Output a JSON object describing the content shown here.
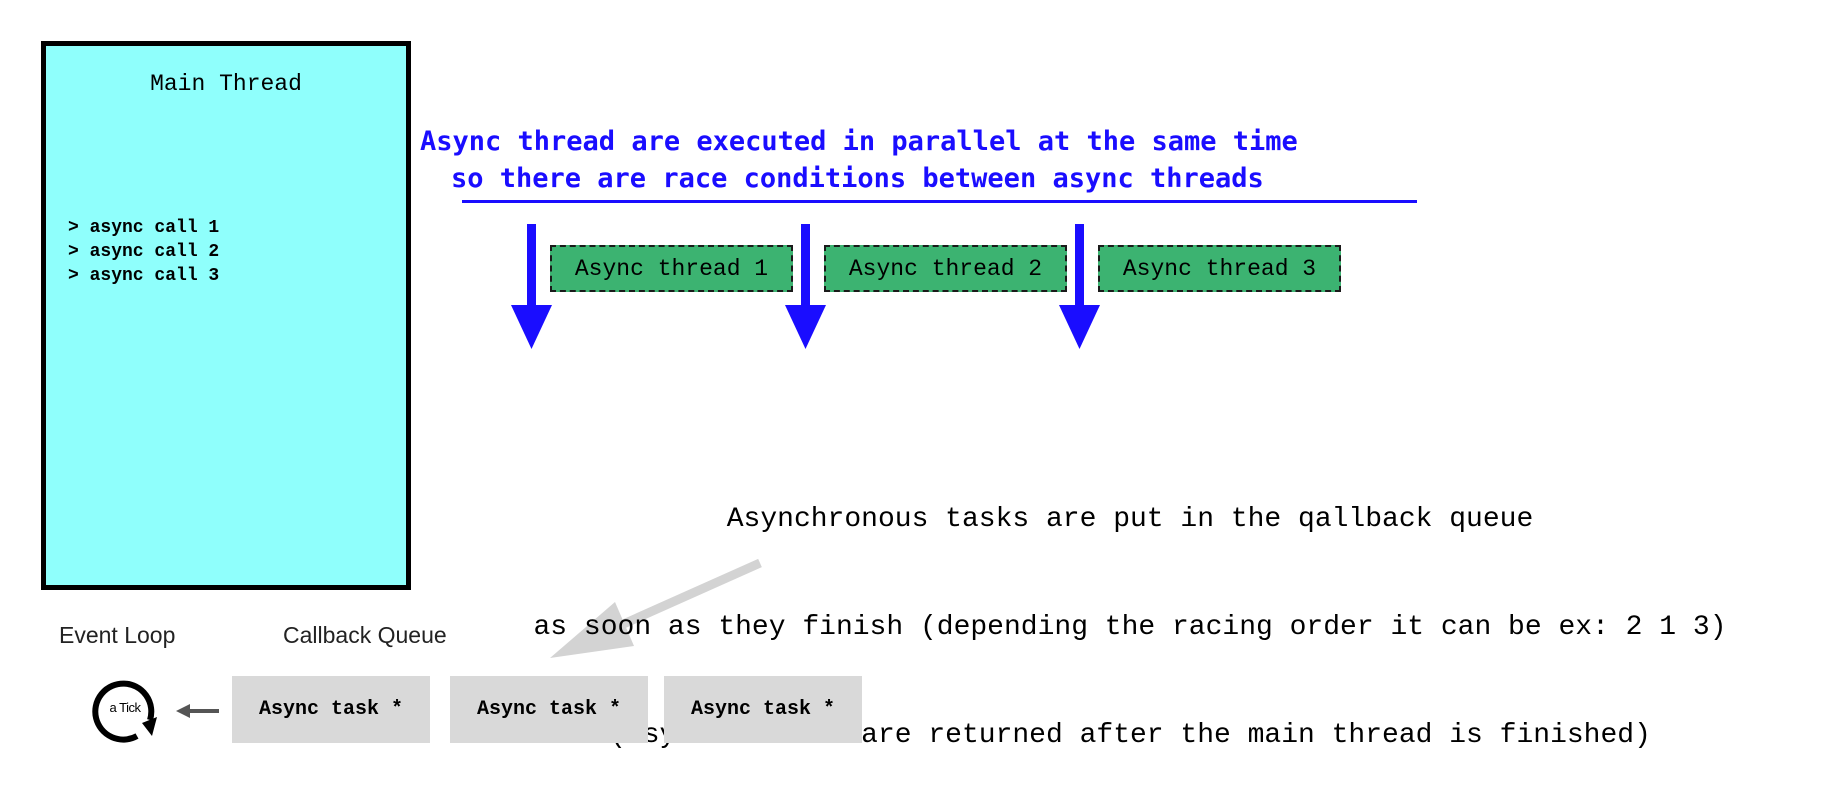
{
  "main_thread": {
    "title": "Main Thread",
    "calls": [
      "> async call 1",
      "> async call 2",
      "> async call 3"
    ]
  },
  "race_heading": {
    "line1": "Async thread are executed in parallel at the same time",
    "line2": "so there are race conditions between async threads"
  },
  "async_threads": [
    "Async thread 1",
    "Async thread 2",
    "Async thread 3"
  ],
  "queue_explanation": {
    "line1": "Asynchronous tasks are put in the qallback queue",
    "line2": "as soon as they finish (depending the racing order it can be ex: 2 1 3)",
    "line3": "(async results are returned after the main thread is finished)"
  },
  "event_loop": {
    "label": "Event Loop",
    "tick_label": "a Tick"
  },
  "callback_queue": {
    "label": "Callback Queue",
    "tasks": [
      "Async task *",
      "Async task *",
      "Async task *"
    ]
  },
  "colors": {
    "main_thread_fill": "#8ffffc",
    "heading_blue": "#1a0dff",
    "thread_green": "#3cb371",
    "task_gray": "#d9d9d9",
    "arrow_gray": "#d3d3d3"
  }
}
